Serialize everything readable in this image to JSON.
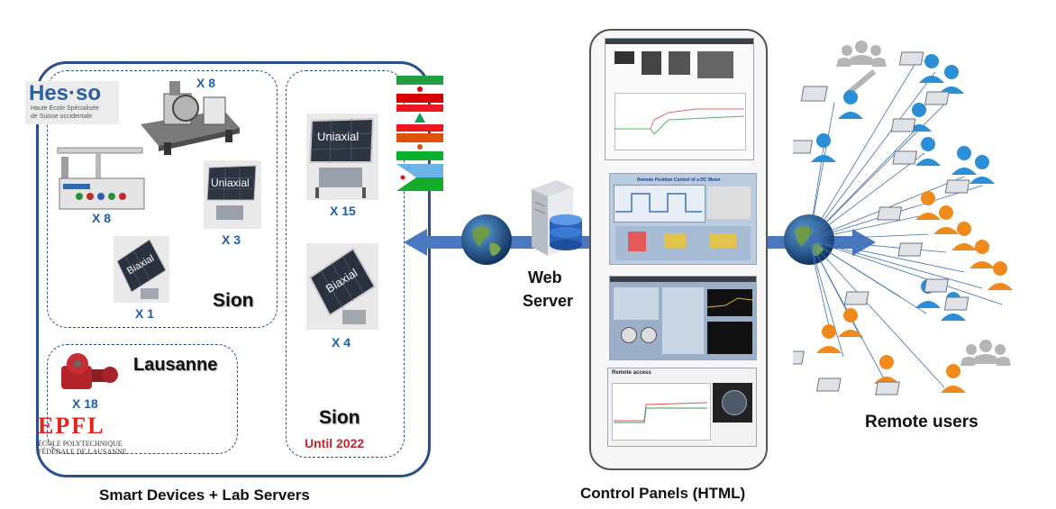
{
  "left_group": {
    "caption": "Smart Devices + Lab Servers",
    "hes_logo": {
      "main": "Hes·so",
      "sub1": "Haute Ecole Spécialisée",
      "sub2": "de Suisse occidentale"
    },
    "epfl_logo": {
      "main": "EPFL",
      "sub1": "ÉCOLE POLYTECHNIQUE",
      "sub2": "FÉDÉRALE DE LAUSANNE"
    },
    "sion_box": {
      "title": "Sion",
      "devices": [
        {
          "name": "dc-motor-rig",
          "count": "X 8"
        },
        {
          "name": "linear-rig",
          "count": "X 8"
        },
        {
          "name": "uniaxial-solar",
          "label": "Uniaxial",
          "count": "X 3"
        },
        {
          "name": "biaxial-solar",
          "label": "Biaxial",
          "count": "X 1"
        }
      ]
    },
    "sion_2022_box": {
      "title": "Sion",
      "note": "Until 2022",
      "devices": [
        {
          "name": "uniaxial-solar",
          "label": "Uniaxial",
          "count": "X 15"
        },
        {
          "name": "biaxial-solar",
          "label": "Biaxial",
          "count": "X 4"
        }
      ]
    },
    "lausanne_box": {
      "title": "Lausanne",
      "devices": [
        {
          "name": "red-motor",
          "count": "X 18"
        }
      ]
    }
  },
  "center": {
    "server_label_line1": "Web",
    "server_label_line2": "Server",
    "caption": "Control Panels (HTML)",
    "panel2_title": "Remote Position Control of a DC Motor",
    "panel4_title": "Remote access"
  },
  "right": {
    "caption": "Remote users"
  },
  "colors": {
    "frame_blue": "#2a4f8f",
    "arrow_blue": "#4a78c0",
    "user_blue": "#2a8fd6",
    "user_orange": "#f08a1c",
    "count_blue": "#1f5fa8",
    "note_red": "#c0262d"
  },
  "flags": [
    "iran-flag",
    "lebanon-flag",
    "niger-flag",
    "djibouti-flag"
  ]
}
